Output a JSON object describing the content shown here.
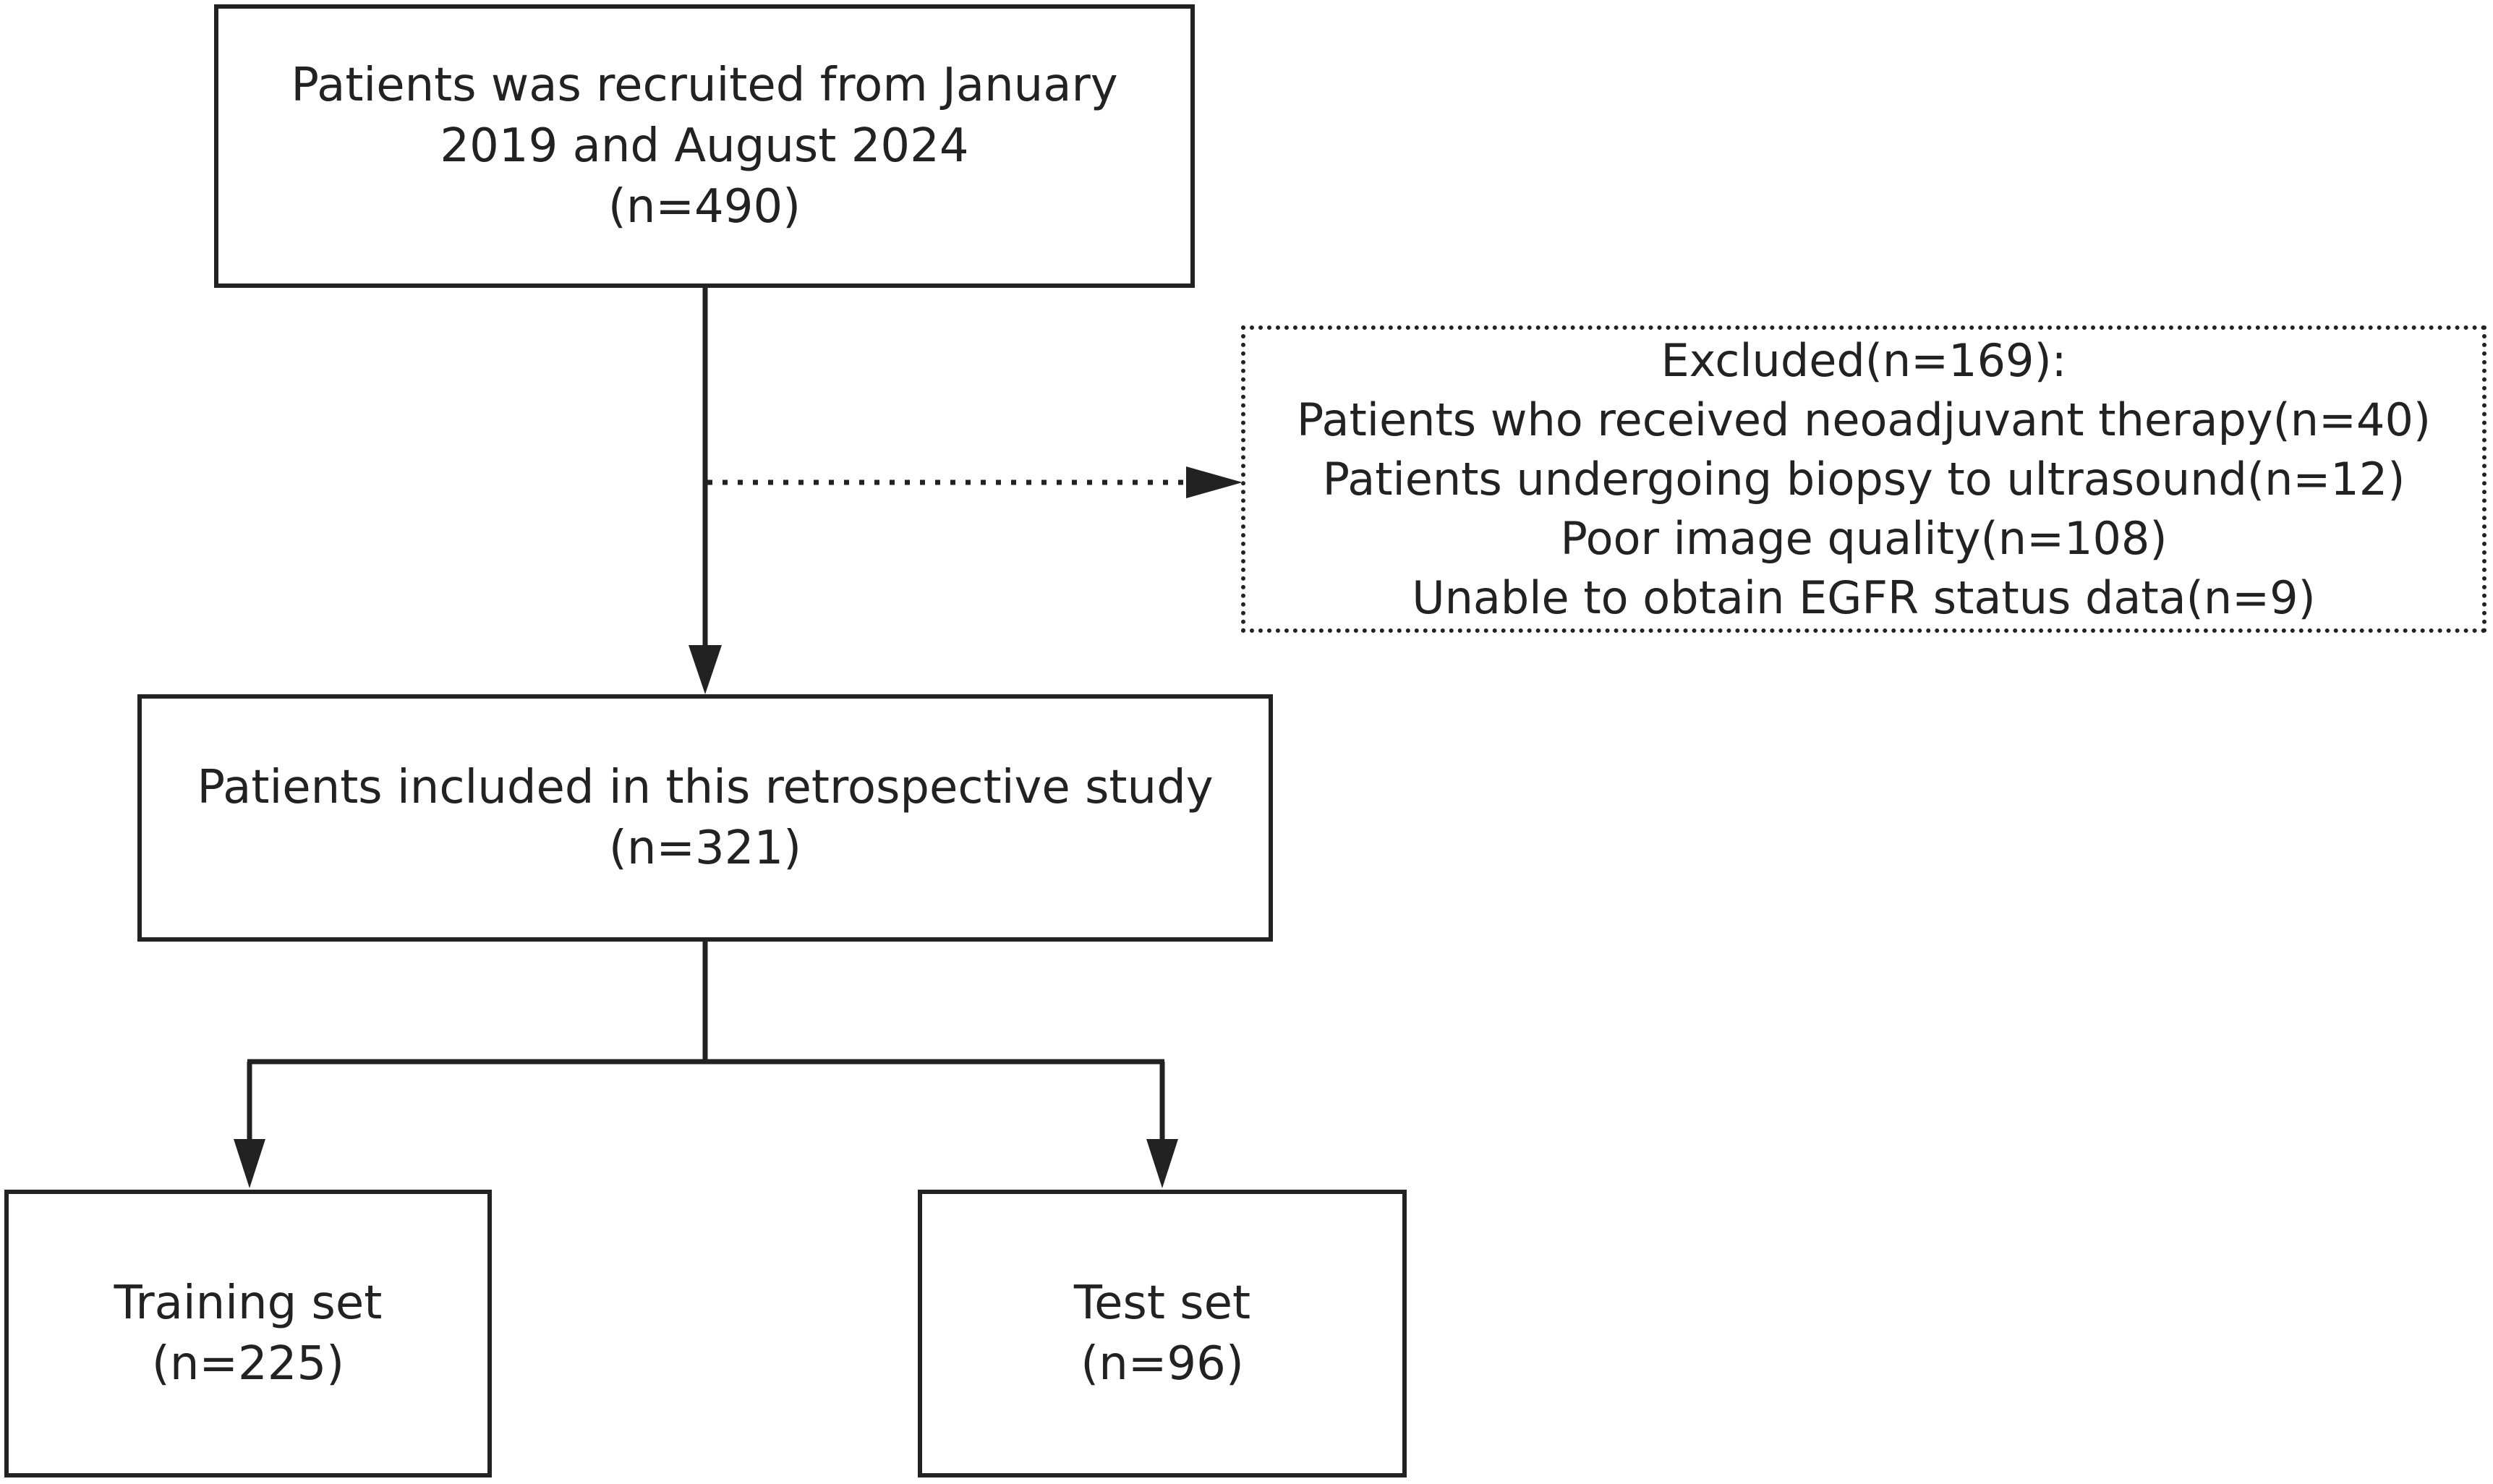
{
  "recruited": {
    "lines": [
      "Patients was recruited from January",
      "2019 and August 2024",
      "(n=490)"
    ]
  },
  "excluded": {
    "lines": [
      "Excluded(n=169):",
      "Patients who received neoadjuvant therapy(n=40)",
      "Patients undergoing biopsy to ultrasound(n=12)",
      "Poor image quality(n=108)",
      "Unable to obtain EGFR status data(n=9)"
    ]
  },
  "included": {
    "lines": [
      "Patients included in this retrospective study",
      "(n=321)"
    ]
  },
  "training": {
    "lines": [
      "Training set",
      "(n=225)"
    ]
  },
  "test": {
    "lines": [
      "Test set",
      "(n=96)"
    ]
  }
}
